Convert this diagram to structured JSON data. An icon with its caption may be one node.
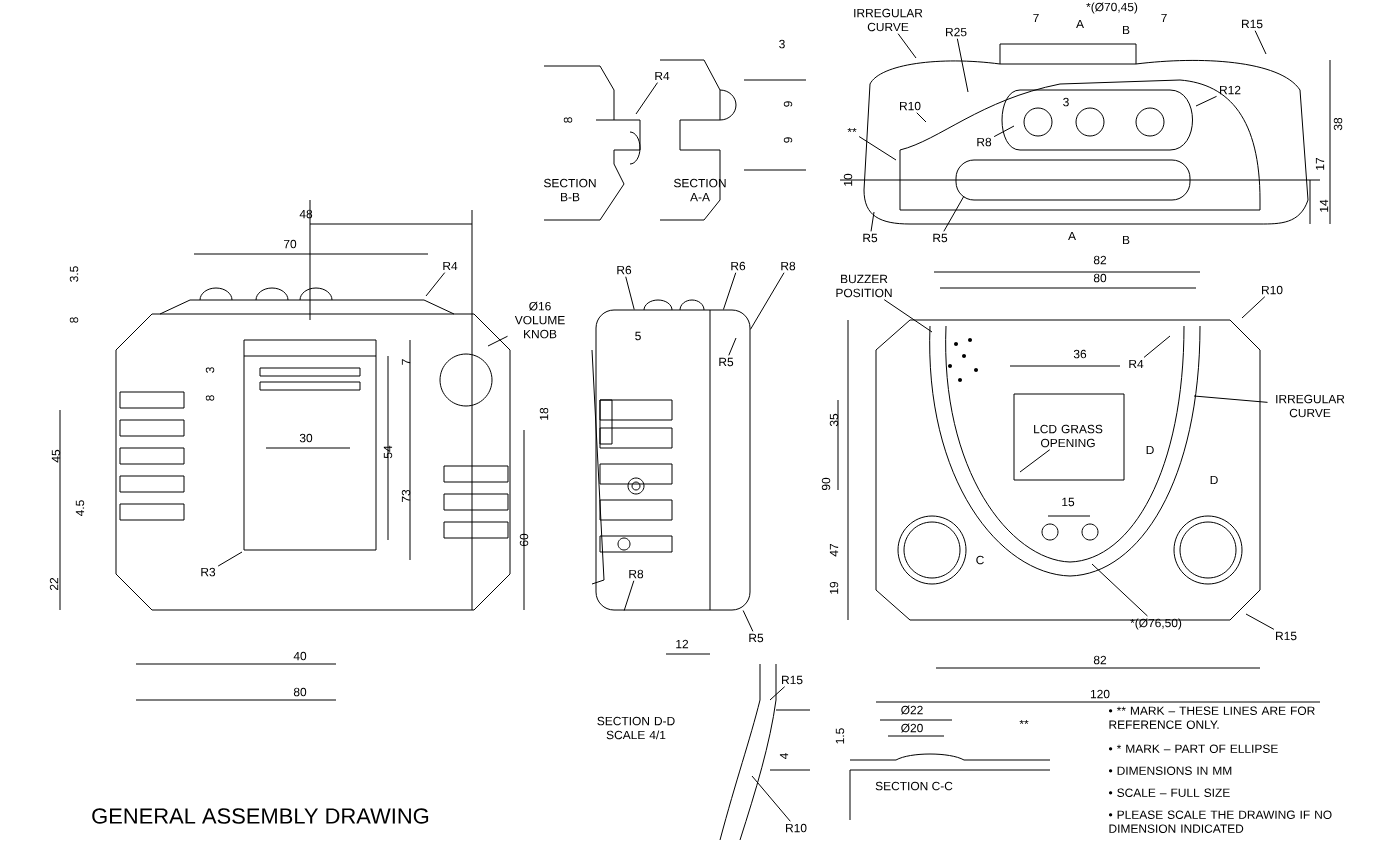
{
  "diagram": {
    "title": "GENERAL ASSEMBLY DRAWING",
    "nodes": [
      {
        "text": [
          "Ø16 VOLUME KNOB"
        ]
      },
      {
        "text": [
          "R3"
        ]
      },
      {
        "text": [
          "R4"
        ]
      },
      {
        "text": [
          "R4"
        ]
      },
      {
        "text": [
          "IRREGULAR CURVE"
        ]
      },
      {
        "text": [
          "R25"
        ]
      },
      {
        "text": [
          "R10"
        ]
      },
      {
        "text": [
          "R12"
        ]
      },
      {
        "text": [
          "R15"
        ]
      },
      {
        "text": [
          "R8"
        ]
      },
      {
        "text": [
          "**"
        ]
      },
      {
        "text": [
          "R5"
        ]
      },
      {
        "text": [
          "R5"
        ]
      },
      {
        "text": [
          "R6"
        ]
      },
      {
        "text": [
          "R6"
        ]
      },
      {
        "text": [
          "R8"
        ]
      },
      {
        "text": [
          "R5"
        ],
        "in": 28
      },
      {
        "text": [
          "R8"
        ],
        "in": 28
      },
      {
        "text": [
          "R5"
        ]
      },
      {
        "text": [
          "BUZZER POSITION"
        ]
      },
      {
        "text": [
          "R10"
        ]
      },
      {
        "text": [
          "R4"
        ]
      },
      {
        "text": [
          "IRREGULAR CURVE"
        ]
      },
      {
        "text": [
          "LCD GRASS OPENING"
        ]
      },
      {
        "text": [
          "*(Ø76,50)"
        ]
      },
      {
        "text": [
          "R15"
        ]
      },
      {
        "text": [
          "R15"
        ]
      },
      {
        "text": [
          "R10"
        ]
      },
      {
        "text": [],
        "shape": "box"
      }
    ],
    "edges": [
      {
        "from": 0,
        "to": null,
        "arrow": "none"
      },
      {
        "from": 1,
        "to": null,
        "arrow": "none"
      },
      {
        "from": 2,
        "to": null,
        "arrow": "none"
      },
      {
        "from": 3,
        "to": null,
        "arrow": "none"
      },
      {
        "from": 4,
        "to": null,
        "arrow": "none"
      },
      {
        "from": 5,
        "to": null,
        "arrow": "none"
      },
      {
        "from": 6,
        "to": null,
        "arrow": "none"
      },
      {
        "from": 7,
        "to": null,
        "arrow": "none"
      },
      {
        "from": 8,
        "to": null,
        "arrow": "none"
      },
      {
        "from": 9,
        "to": null,
        "arrow": "none"
      },
      {
        "from": 10,
        "to": null,
        "arrow": "none"
      },
      {
        "from": 11,
        "to": null,
        "arrow": "none"
      },
      {
        "from": 12,
        "to": null,
        "arrow": "none"
      },
      {
        "from": 13,
        "to": 28,
        "arrow": "none"
      },
      {
        "from": 14,
        "to": 28,
        "arrow": "none"
      },
      {
        "from": 15,
        "to": 28,
        "arrow": "none"
      },
      {
        "from": 16,
        "to": null,
        "arrow": "none"
      },
      {
        "from": 17,
        "to": 28,
        "arrow": "none"
      },
      {
        "from": 18,
        "to": 28,
        "arrow": "none"
      },
      {
        "from": 19,
        "to": null,
        "arrow": "none"
      },
      {
        "from": 20,
        "to": null,
        "arrow": "none"
      },
      {
        "from": 21,
        "to": null,
        "arrow": "none"
      },
      {
        "from": 22,
        "to": null,
        "arrow": "none"
      },
      {
        "from": 23,
        "to": null,
        "arrow": "none"
      },
      {
        "from": 24,
        "to": null,
        "arrow": "none"
      },
      {
        "from": 25,
        "to": null,
        "arrow": "none"
      },
      {
        "from": 26,
        "to": null,
        "arrow": "none"
      },
      {
        "from": 27,
        "to": null,
        "arrow": "none"
      }
    ],
    "labels": [
      "*(Ø70,45)",
      "SECTION B-B",
      "SECTION A-A",
      "3",
      "8",
      "9",
      "9",
      "7",
      "A",
      "B",
      "7",
      "3",
      "38",
      "17",
      "14",
      "10",
      "A",
      "B",
      "48",
      "70",
      "3.5",
      "8",
      "7",
      "3",
      "8",
      "30",
      "54",
      "73",
      "18",
      "45",
      "4.5",
      "60",
      "22",
      "40",
      "80",
      "5",
      "12",
      "82",
      "80",
      "36",
      "D",
      "D",
      "35",
      "90",
      "47",
      "19",
      "15",
      "C",
      "82",
      "120",
      "SECTION D-D SCALE 4/1",
      "4",
      "Ø22",
      "Ø20",
      "1.5",
      "SECTION C-C",
      "**",
      "• ** MARK – THESE LINES ARE FOR REFERENCE ONLY.",
      "• * MARK – PART OF ELLIPSE",
      "• DIMENSIONS IN MM",
      "• SCALE – FULL SIZE",
      "• PLEASE SCALE THE DRAWING IF NO DIMENSION INDICATED"
    ]
  }
}
